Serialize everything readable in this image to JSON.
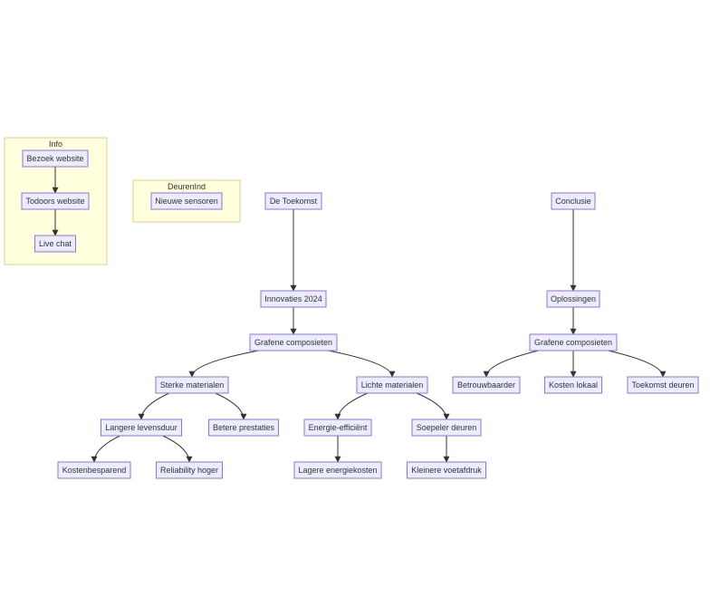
{
  "colors": {
    "node_fill": "#ececff",
    "node_stroke": "#9370db",
    "cluster_fill": "#ffffde",
    "cluster_stroke": "#d3d38a",
    "edge": "#333333",
    "text": "#333333"
  },
  "clusters": [
    {
      "id": "info",
      "label": "Info"
    },
    {
      "id": "deurenind",
      "label": "DeurenInd"
    }
  ],
  "nodes": [
    {
      "id": "bezoek",
      "label": "Bezoek website"
    },
    {
      "id": "todoors",
      "label": "Todoors website"
    },
    {
      "id": "livechat",
      "label": "Live chat"
    },
    {
      "id": "sensoren",
      "label": "Nieuwe sensoren"
    },
    {
      "id": "toekomst",
      "label": "De Toekomst"
    },
    {
      "id": "innov",
      "label": "Innovaties 2024"
    },
    {
      "id": "graf1",
      "label": "Grafene composieten"
    },
    {
      "id": "sterk",
      "label": "Sterke materialen"
    },
    {
      "id": "licht",
      "label": "Lichte materialen"
    },
    {
      "id": "langer",
      "label": "Langere levensduur"
    },
    {
      "id": "betere",
      "label": "Betere prestaties"
    },
    {
      "id": "energie",
      "label": "Energie-efficiënt"
    },
    {
      "id": "soepel",
      "label": "Soepeler deuren"
    },
    {
      "id": "kosten",
      "label": "Kostenbesparend"
    },
    {
      "id": "reliab",
      "label": "Reliability hoger"
    },
    {
      "id": "lagere",
      "label": "Lagere energiekosten"
    },
    {
      "id": "kleinere",
      "label": "Kleinere voetafdruk"
    },
    {
      "id": "conclusie",
      "label": "Conclusie"
    },
    {
      "id": "oploss",
      "label": "Oplossingen"
    },
    {
      "id": "graf2",
      "label": "Grafene composieten"
    },
    {
      "id": "betrouw",
      "label": "Betrouwbaarder"
    },
    {
      "id": "kostlok",
      "label": "Kosten lokaal"
    },
    {
      "id": "toekdeur",
      "label": "Toekomst deuren"
    }
  ],
  "edges": [
    {
      "from": "bezoek",
      "to": "todoors"
    },
    {
      "from": "todoors",
      "to": "livechat"
    },
    {
      "from": "toekomst",
      "to": "innov"
    },
    {
      "from": "innov",
      "to": "graf1"
    },
    {
      "from": "graf1",
      "to": "sterk"
    },
    {
      "from": "graf1",
      "to": "licht"
    },
    {
      "from": "sterk",
      "to": "langer"
    },
    {
      "from": "sterk",
      "to": "betere"
    },
    {
      "from": "langer",
      "to": "kosten"
    },
    {
      "from": "langer",
      "to": "reliab"
    },
    {
      "from": "licht",
      "to": "energie"
    },
    {
      "from": "licht",
      "to": "soepel"
    },
    {
      "from": "energie",
      "to": "lagere"
    },
    {
      "from": "soepel",
      "to": "kleinere"
    },
    {
      "from": "conclusie",
      "to": "oploss"
    },
    {
      "from": "oploss",
      "to": "graf2"
    },
    {
      "from": "graf2",
      "to": "betrouw"
    },
    {
      "from": "graf2",
      "to": "kostlok"
    },
    {
      "from": "graf2",
      "to": "toekdeur"
    }
  ]
}
